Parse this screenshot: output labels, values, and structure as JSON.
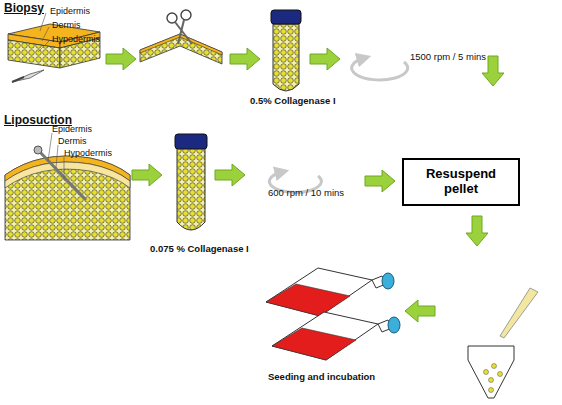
{
  "diagram": {
    "nodes": [
      {
        "text": [
          "Resuspend pellet"
        ]
      }
    ],
    "labels": [
      "Biopsy",
      "Epidermis",
      "Dermis",
      "Hypodermis",
      "0.5% Collagenase I",
      "1500 rpm / 5 mins",
      "Liposuction",
      "Epidermis",
      "Dermis",
      "Hypodermis",
      "0.075 % Collagenase I",
      "600 rpm / 10 mins",
      "Seeding and incubation"
    ]
  }
}
